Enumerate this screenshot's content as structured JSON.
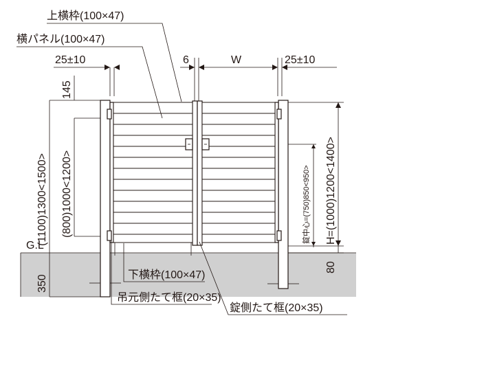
{
  "colors": {
    "ground": "#d0d0d0",
    "line": "#231815",
    "background": "#ffffff"
  },
  "labels": {
    "top_frame": "上横枠(100×47)",
    "panel": "横パネル(100×47)",
    "clearance_left": "25±10",
    "gap": "6",
    "width": "W",
    "clearance_right": "25±10",
    "post_top": "145",
    "post_height": "(1100)1300<1500>",
    "hinge_span": "(800)1000<1200>",
    "ground_line": "G.L",
    "embed": "350",
    "bottom_frame": "下横枠(100×47)",
    "hinge_stile": "吊元側たて框(20×35)",
    "lock_stile": "錠側たて框(20×35)",
    "lock_center": "錠中心=(750)850<950>",
    "height": "H=(1000)1200<1400>",
    "bottom_gap": "80"
  }
}
